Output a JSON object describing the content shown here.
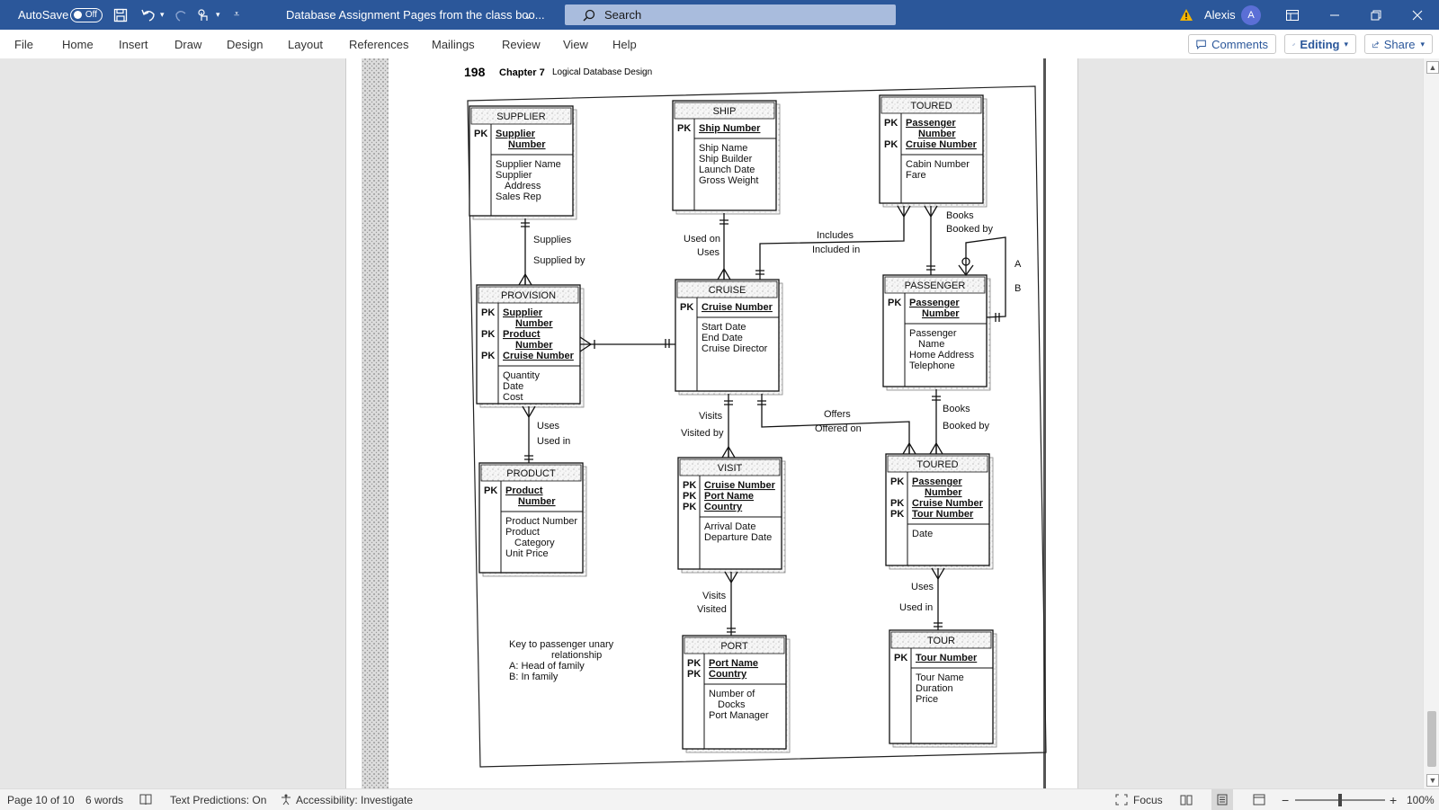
{
  "titlebar": {
    "autosave_label": "AutoSave",
    "autosave_state": "Off",
    "doc_title": "Database Assignment Pages from the class boo...",
    "search_placeholder": "Search",
    "user_name": "Alexis",
    "user_initial": "A"
  },
  "ribbon": {
    "tabs": [
      "File",
      "Home",
      "Insert",
      "Draw",
      "Design",
      "Layout",
      "References",
      "Mailings",
      "Review",
      "View",
      "Help"
    ],
    "comments_label": "Comments",
    "editing_label": "Editing",
    "share_label": "Share"
  },
  "document": {
    "page_number": "198",
    "chapter": "Chapter 7",
    "chapter_title": "Logical Database Design",
    "entities": {
      "supplier": {
        "name": "SUPPLIER",
        "pk": [
          "Supplier",
          "Number"
        ],
        "attrs": [
          "Supplier Name",
          "Supplier",
          "Address",
          "Sales Rep"
        ]
      },
      "ship": {
        "name": "SHIP",
        "pk": [
          "Ship Number"
        ],
        "attrs": [
          "Ship Name",
          "Ship Builder",
          "Launch Date",
          "Gross Weight"
        ]
      },
      "toured_top": {
        "name": "TOURED",
        "pk": [
          "Passenger",
          "Number",
          "Cruise Number"
        ],
        "attrs": [
          "Cabin Number",
          "Fare"
        ]
      },
      "provision": {
        "name": "PROVISION",
        "pk": [
          "Supplier",
          "Number",
          "Product",
          "Number",
          "Cruise Number"
        ],
        "attrs": [
          "Quantity",
          "Date",
          "Cost"
        ]
      },
      "cruise": {
        "name": "CRUISE",
        "pk": [
          "Cruise Number"
        ],
        "attrs": [
          "Start Date",
          "End Date",
          "Cruise Director"
        ]
      },
      "passenger": {
        "name": "PASSENGER",
        "pk": [
          "Passenger",
          "Number"
        ],
        "attrs": [
          "Passenger",
          "Name",
          "Home Address",
          "Telephone"
        ]
      },
      "product": {
        "name": "PRODUCT",
        "pk": [
          "Product",
          "Number"
        ],
        "attrs": [
          "Product Number",
          "Product",
          "Category",
          "Unit Price"
        ]
      },
      "visit": {
        "name": "VISIT",
        "pk": [
          "Cruise Number",
          "Port Name",
          "Country"
        ],
        "attrs": [
          "Arrival Date",
          "Departure Date"
        ]
      },
      "toured_bottom": {
        "name": "TOURED",
        "pk": [
          "Passenger",
          "Number",
          "Cruise Number",
          "Tour Number"
        ],
        "attrs": [
          "Date"
        ]
      },
      "port": {
        "name": "PORT",
        "pk": [
          "Port Name",
          "Country"
        ],
        "attrs": [
          "Number of",
          "Docks",
          "Port Manager"
        ]
      },
      "tour": {
        "name": "TOUR",
        "pk": [
          "Tour Number"
        ],
        "attrs": [
          "Tour Name",
          "Duration",
          "Price"
        ]
      }
    },
    "pk_label": "PK",
    "relationships": {
      "supplies": "Supplies",
      "supplied_by": "Supplied by",
      "used_on": "Used on",
      "uses": "Uses",
      "includes": "Includes",
      "included_in": "Included in",
      "books": "Books",
      "booked_by": "Booked by",
      "a": "A",
      "b": "B",
      "uses2": "Uses",
      "used_in": "Used in",
      "visits": "Visits",
      "visited_by": "Visited by",
      "offers": "Offers",
      "offered_on": "Offered on",
      "books2": "Books",
      "booked_by2": "Booked by",
      "visits2": "Visits",
      "visited": "Visited",
      "uses3": "Uses",
      "used_in3": "Used in"
    },
    "key_lines": [
      "Key to passenger unary",
      "relationship",
      "A: Head of family",
      "B: In family"
    ]
  },
  "statusbar": {
    "page_info": "Page 10 of 10",
    "words": "6 words",
    "text_predictions": "Text Predictions: On",
    "accessibility": "Accessibility: Investigate",
    "focus": "Focus",
    "zoom": "100%"
  }
}
